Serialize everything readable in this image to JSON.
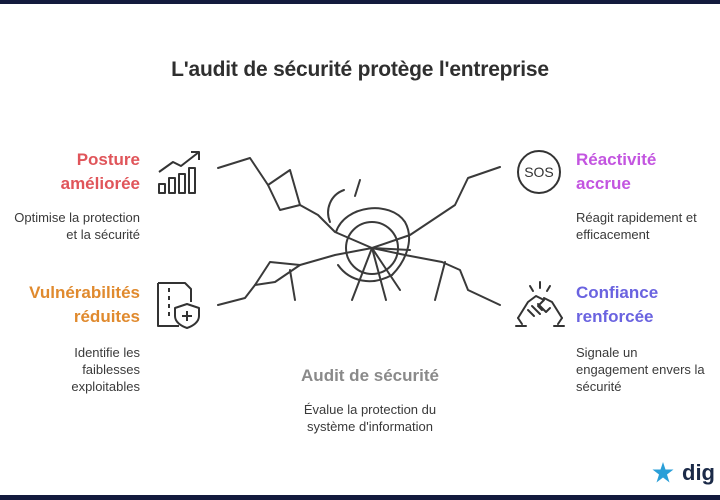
{
  "title": "L'audit de sécurité protège l'entreprise",
  "center": {
    "heading": "Audit de sécurité",
    "desc_lines": [
      "Évalue la protection du",
      "système d'information"
    ]
  },
  "items": [
    {
      "heading_lines": [
        "Posture",
        "améliorée"
      ],
      "desc_lines": [
        "Optimise la protection",
        "et la sécurité"
      ],
      "color": "#e0555a",
      "icon": "chart-arrow-icon"
    },
    {
      "heading_lines": [
        "Vulnérabilités",
        "réduites"
      ],
      "desc_lines": [
        "Identifie les",
        "faiblesses",
        "exploitables"
      ],
      "color": "#e08a2e",
      "icon": "file-shield-icon"
    },
    {
      "heading_lines": [
        "Réactivité",
        "accrue"
      ],
      "desc_lines": [
        "Réagit rapidement et",
        "efficacement"
      ],
      "color": "#c355e0",
      "icon": "sos-icon"
    },
    {
      "heading_lines": [
        "Confiance",
        "renforcée"
      ],
      "desc_lines": [
        "Signale un",
        "engagement envers la",
        "sécurité"
      ],
      "color": "#6a63e0",
      "icon": "handshake-icon"
    }
  ],
  "sos_label": "SOS",
  "brand": {
    "name": "dig"
  }
}
